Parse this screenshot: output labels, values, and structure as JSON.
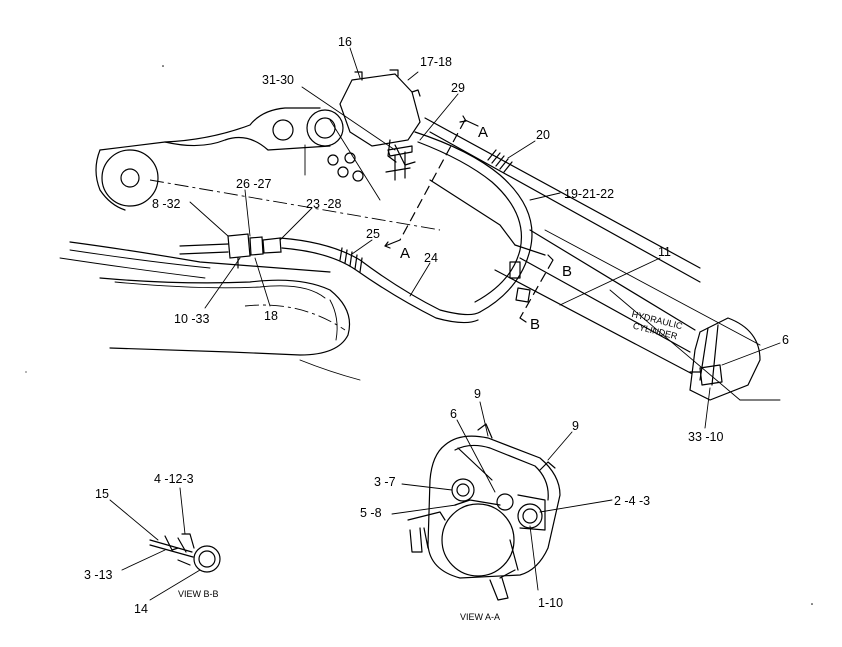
{
  "callouts": {
    "c16": "16",
    "c17_18": "17-18",
    "c31_30": "31-30",
    "c29": "29",
    "c20": "20",
    "c19_21_22": "19-21-22",
    "c26_27": "26 -27",
    "c8_32": "8 -32",
    "c23_28": "23 -28",
    "c25": "25",
    "c24": "24",
    "c11": "11",
    "c10_33": "10 -33",
    "c18": "18",
    "c6_top": "6",
    "c33_10": "33 -10",
    "c9_left": "9",
    "c9_right": "9",
    "c6_view": "6",
    "c3_7": "3 -7",
    "c5_8": "5 -8",
    "c2_4_3": "2 -4 -3",
    "c1_10": "1-10",
    "c4_12_3": "4 -12-3",
    "c15": "15",
    "c3_13": "3 -13",
    "c14": "14"
  },
  "section_marks": {
    "a_upper": "A",
    "a_lower": "A",
    "b_upper": "B",
    "b_lower": "B"
  },
  "cylinder_text": {
    "line1": "HYDRAULIC",
    "line2": "CYLINDER"
  },
  "view_labels": {
    "view_aa": "VIEW  A-A",
    "view_bb": "VIEW  B-B"
  }
}
